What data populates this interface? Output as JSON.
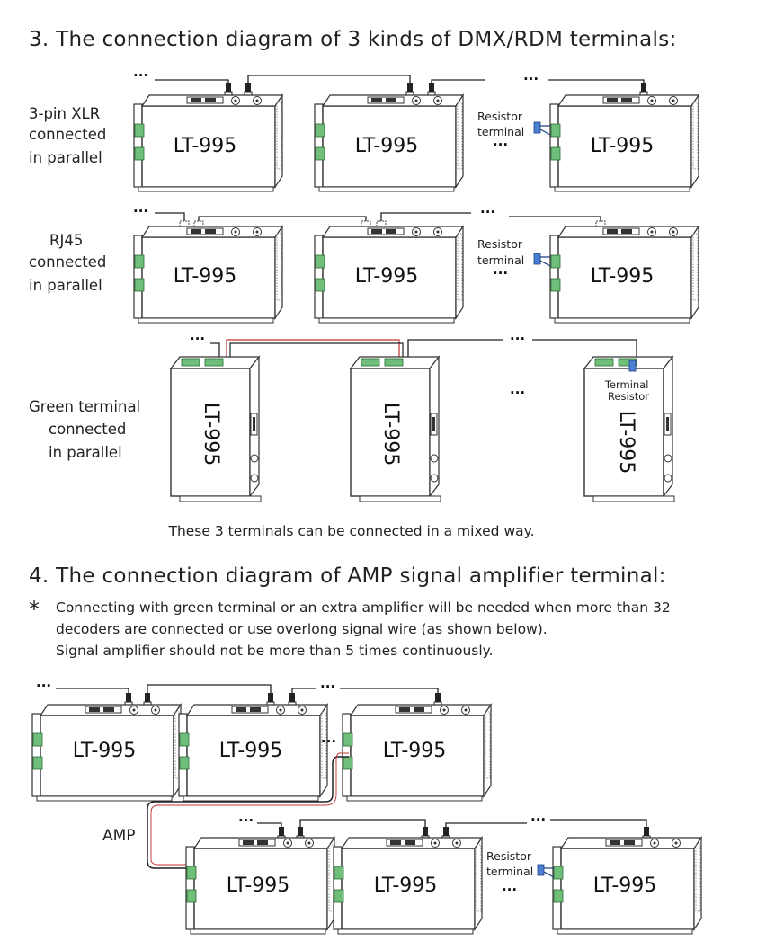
{
  "section3": {
    "title": "3. The connection diagram of 3 kinds of DMX/RDM terminals:",
    "row_xlr_label": [
      "3-pin XLR",
      "connected",
      "in parallel"
    ],
    "row_rj45_label": [
      "RJ45",
      "connected",
      "in parallel"
    ],
    "row_green_label": [
      "Green terminal",
      "connected",
      "in parallel"
    ],
    "resistor_label": [
      "Resistor",
      "terminal"
    ],
    "terminal_resistor_label": [
      "Terminal",
      "Resistor"
    ],
    "footer": "These 3 terminals can be connected in a mixed way."
  },
  "section4": {
    "title": "4. The connection diagram of AMP signal amplifier terminal:",
    "note_marker": "*",
    "note_lines": [
      "Connecting with green terminal or an extra amplifier will be needed when more than 32",
      "decoders are connected or use overlong signal wire (as shown below).",
      "Signal amplifier should not be more than 5 times continuously."
    ],
    "amp_label": "AMP",
    "resistor_label": [
      "Resistor",
      "terminal"
    ]
  },
  "device_model": "LT-995",
  "ellipsis": "···"
}
